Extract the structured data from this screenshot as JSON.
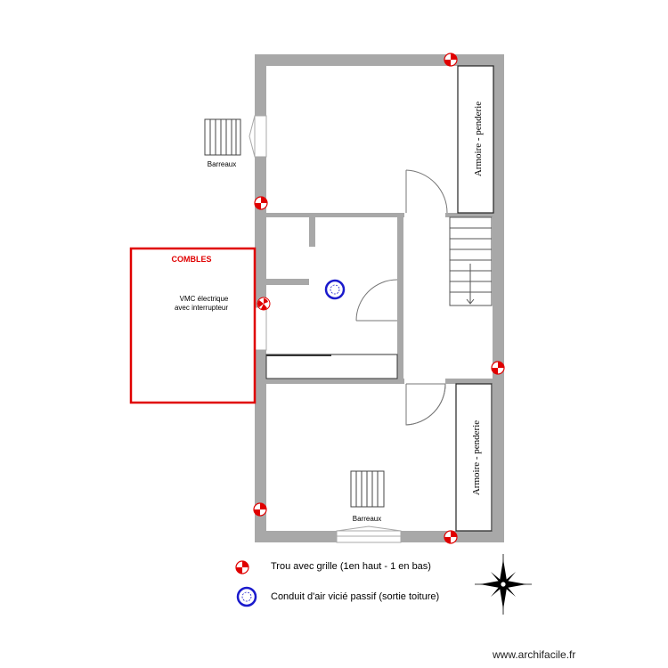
{
  "labels": {
    "barreaux_top": "Barreaux",
    "barreaux_bottom": "Barreaux",
    "combles": "COMBLES",
    "vmc_line1": "VMC électrique",
    "vmc_line2": "avec interrupteur",
    "armoire_top": "Armoire - penderie",
    "armoire_bottom": "Armoire - penderie"
  },
  "legend": {
    "grille": "Trou avec grille (1en haut - 1 en bas)",
    "conduit": "Conduit d'air vicié passif (sortie toiture)"
  },
  "watermark": "www.archifacile.fr",
  "colors": {
    "wall": "#a8a8a8",
    "combles_border": "#e00000",
    "grille_red": "#e00000",
    "conduit_blue": "#1a1acc"
  },
  "icons": [
    "grille-hole-icon",
    "air-duct-icon",
    "compass-rose-icon",
    "stair-icon",
    "window-bars-icon"
  ]
}
